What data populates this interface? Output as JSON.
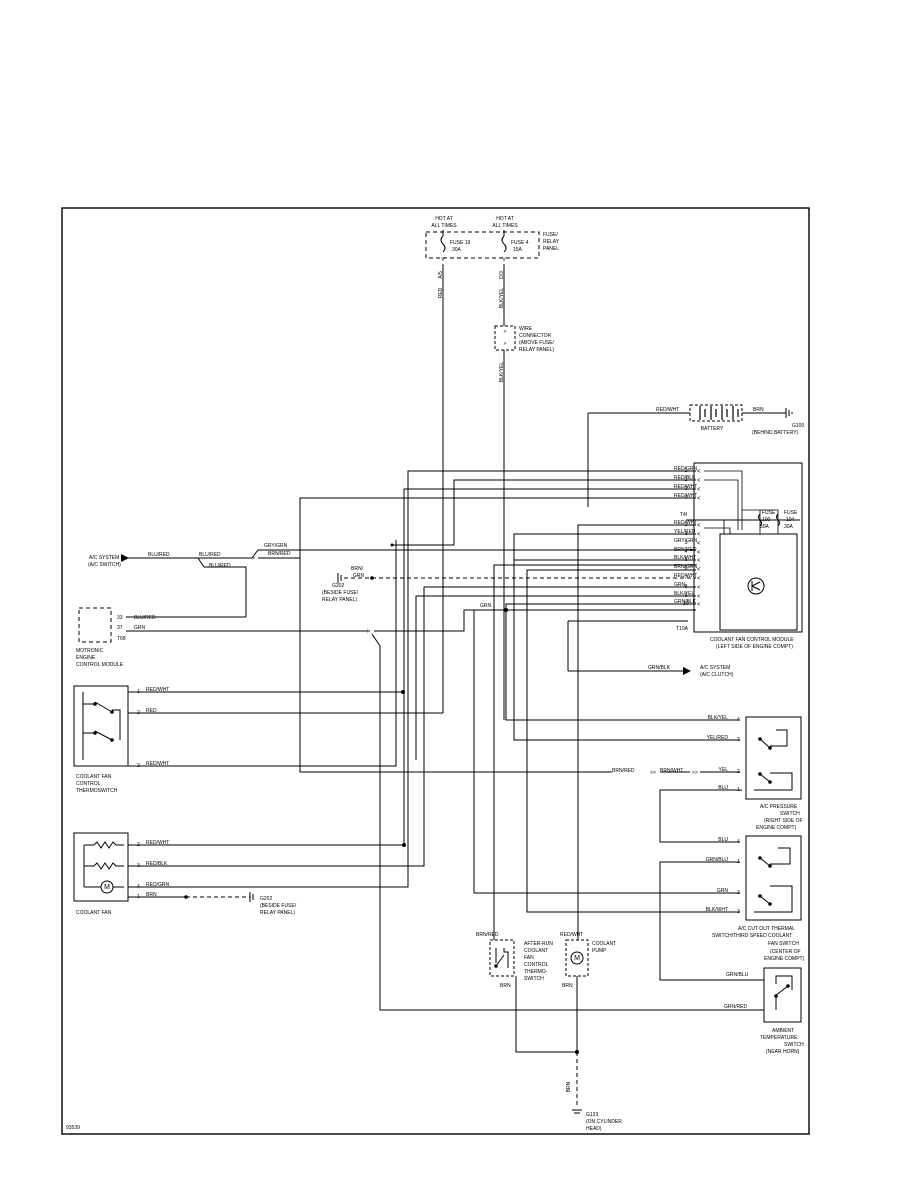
{
  "power": {
    "hot_a_1": "HOT AT",
    "hot_a_2": "ALL TIMES",
    "hot_b_1": "HOT AT",
    "hot_b_2": "ALL TIMES",
    "fuse19_1": "FUSE 19",
    "fuse19_2": "30A",
    "fuse4_1": "FUSE 4",
    "fuse4_2": "15A",
    "panel_1": "FUSE/",
    "panel_2": "RELAY",
    "panel_3": "PANEL",
    "pin_a5": "A/5",
    "pin_d3": "D/3",
    "wire_red": "RED",
    "wire_blk_yel_top": "BLK/YEL",
    "wire_blk_yel_bottom": "BLK/YEL",
    "conn_1": "WIRE",
    "conn_2": "CONNECTOR",
    "conn_3": "(ABOVE FUSE/",
    "conn_4": "RELAY PANEL)"
  },
  "battery": {
    "label": "BATTERY",
    "wire_left": "RED/WHT",
    "wire_right": "BRN",
    "ground": "G100",
    "ground_loc": "(BEHIND BATTERY)"
  },
  "module": {
    "wires": [
      "RED/GRN",
      "RED/BLK",
      "RED/WHT",
      "RED/WHT",
      "RED/WHT",
      "YEL/RED",
      "GRY/GRN",
      "BRN/RED",
      "BLK/WHT",
      "BRN/GRN",
      "RED/WHT",
      "GRN",
      "BLK/YEL",
      "GRN/BLK"
    ],
    "pins": [
      "1",
      "2",
      "3",
      "4",
      "1",
      "2",
      "3",
      "4",
      "5",
      "6",
      "7",
      "8",
      "9",
      "10"
    ],
    "conn_t4": "T4I",
    "conn_t10": "T10A",
    "fuse100_1": "FUSE",
    "fuse100_2": "100",
    "fuse100_3": "30A",
    "fuse104_1": "FUSE",
    "fuse104_2": "104",
    "fuse104_3": "30A",
    "name_1": "COOLANT FAN CONTROL MODULE",
    "name_2": "(LEFT SIDE OF ENGINE COMPT)"
  },
  "ac_clutch": {
    "wire": "GRN/BLK",
    "label_1": "A/C SYSTEM",
    "label_2": "(A/C CLUTCH)"
  },
  "ac_switch": {
    "label_1": "A/C SYSTEM",
    "label_2": "(A/C SWITCH)",
    "w1": "BLU/RED",
    "w2": "BLU/RED",
    "w3": "BLU/RED",
    "w4": "GRY/GRN",
    "w5": "BRN/RED"
  },
  "g202_top": {
    "w1": "BRN/",
    "w2": "GRN",
    "label": "G202",
    "loc_1": "(BESIDE FUSE/",
    "loc_2": "RELAY PANEL)"
  },
  "motronic": {
    "pin1": "33",
    "pin2": "37",
    "wire1": "BLU/RED",
    "wire2": "GRN",
    "conn": "T68",
    "name_1": "MOTRONIC",
    "name_2": "ENGINE",
    "name_3": "CONTROL MODULE"
  },
  "grn_junction": "GRN",
  "thermoswitch": {
    "pins": [
      "1",
      "2",
      "3"
    ],
    "wires": [
      "RED/WHT",
      "RED",
      "RED/WHT"
    ],
    "name_1": "COOLANT FAN",
    "name_2": "CONTROL",
    "name_3": "THERMOSWITCH"
  },
  "fan": {
    "pins": [
      "2",
      "3",
      "4",
      "1"
    ],
    "wires": [
      "RED/WHT",
      "RED/BLK",
      "RED/GRN",
      "BRN"
    ],
    "motor": "M",
    "ground": "G202",
    "ground_loc_1": "(BESIDE FUSE/",
    "ground_loc_2": "RELAY PANEL)",
    "name": "COOLANT FAN"
  },
  "pressure": {
    "wires": [
      "BLK/YEL",
      "YEL/RED",
      "YEL",
      "BLU"
    ],
    "pins": [
      "4",
      "3",
      "2",
      "1"
    ],
    "splice_left": "BRN/RED",
    "splice_right": "BRN/WHT",
    "name_1": "A/C PRESSURE",
    "name_2": "SWITCH",
    "name_3": "(RIGHT SIDE OF",
    "name_4": "ENGINE COMPT)"
  },
  "cutout": {
    "wires": [
      "BLU",
      "GRN/BLU",
      "GRN",
      "BLK/WHT"
    ],
    "pins": [
      "4",
      "1",
      "2",
      "3"
    ],
    "name_1": "A/C CUT OUT THERMAL",
    "name_2": "SWITCH/THIRD SPEED COOLANT",
    "name_3": "FAN SWITCH",
    "name_4": "(CENTER OF",
    "name_5": "ENGINE COMPT)"
  },
  "ambient": {
    "wires": [
      "GRN/BLU",
      "GRN/RED"
    ],
    "name_1": "AMBIENT",
    "name_2": "TEMPERATURE",
    "name_3": "SWITCH",
    "name_4": "(NEAR HORN)"
  },
  "afterrun": {
    "wire_top": "BRN/RED",
    "wire_bottom": "BRN",
    "name_1": "AFTER-RUN",
    "name_2": "COOLANT",
    "name_3": "FAN",
    "name_4": "CONTROL",
    "name_5": "THERMO-",
    "name_6": "SWITCH"
  },
  "pump": {
    "wire_top": "RED/WHT",
    "wire_bottom": "BRN",
    "motor": "M",
    "name_1": "COOLANT",
    "name_2": "PUMP"
  },
  "g133": {
    "wire": "BRN",
    "label": "G133",
    "loc_1": "(ON CYLINDER",
    "loc_2": "HEAD)"
  },
  "footer_id": "93539"
}
